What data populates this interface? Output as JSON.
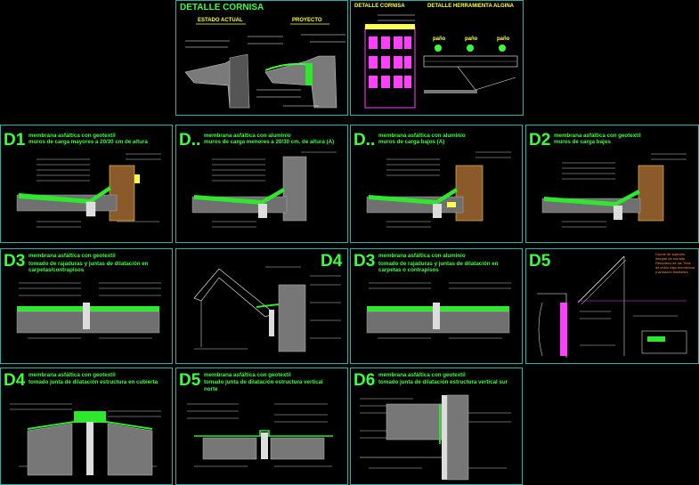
{
  "top_panels": {
    "cornisa": {
      "title": "DETALLE CORNISA",
      "left_label": "ESTADO ACTUAL",
      "right_label": "PROYECTO"
    },
    "herreria": {
      "title_left": "DETALLE CORNISA",
      "title_right": "DETALLE HERRAMIENTA ALGINA",
      "badges": [
        "paño",
        "paño",
        "paño"
      ]
    }
  },
  "row1": [
    {
      "code": "D1",
      "line1": "membrana asfáltica con geotextil",
      "line2": "muros de carga mayores a 20/30 cm  de altura"
    },
    {
      "code": "D..",
      "line1": "membrana asfáltica con aluminio",
      "line2": "muros de carga menores a 20/30 cm. de altura (A)"
    },
    {
      "code": "D..",
      "line1": "membrana asfáltica con aluminio",
      "line2": "muros de carga bajos (A)"
    },
    {
      "code": "D2",
      "line1": "membrana asfáltica con geotextil",
      "line2": "muros de carga bajos"
    }
  ],
  "row2": [
    {
      "code": "D3",
      "line1": "membrana asfáltica con geotextil",
      "line2": "tomado de rajaduras y juntas de dilatación en",
      "line3": "carpetas/contrapisos"
    },
    {
      "code": "D4",
      "line1": "",
      "line2": "",
      "line3": ""
    },
    {
      "code": "D3",
      "line1": "membrana asfáltica con aluminio",
      "line2": "tomado de rajaduras y juntas de dilatación en",
      "line3": "carpetas o contrapisos"
    },
    {
      "code": "D5",
      "line1": "",
      "line2": "",
      "line3": ""
    }
  ],
  "d5_note": [
    "Donde de sujeción",
    "integral de muralla",
    "Remplazo de las Tiras",
    "de vidrio bajo membrana",
    "y armazón ilustrativo"
  ],
  "row3": [
    {
      "code": "D4",
      "line1": "membrana asfáltica con geotextil",
      "line2": "tomado junta de dilatación estructura en cubierta",
      "line3": ""
    },
    {
      "code": "D5",
      "line1": "membrana asfáltica con geotextil",
      "line2": "tomado junta de dilatación estructura vertical",
      "line3": "norte"
    },
    {
      "code": "D6",
      "line1": "membrana asfáltica con geotextil",
      "line2": "tomado junta de dilatación estructura vertical sur",
      "line3": ""
    }
  ],
  "colors": {
    "panel_border": "#1fb5a8",
    "title": "#3cff3c",
    "subtitle": "#ffff4a",
    "membrane": "#2ee82e",
    "hatch": "#9a9a9a",
    "accent": "#ff40ff"
  }
}
